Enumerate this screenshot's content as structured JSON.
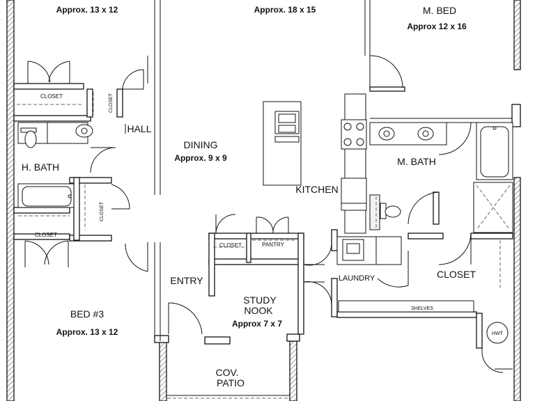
{
  "rooms": {
    "bed2_area": "Approx. 13 x 12",
    "living_area": "Approx. 18 x 15",
    "master_bed": "M. BED",
    "master_bed_area": "Approx 12 x 16",
    "hall": "HALL",
    "dining": "DINING",
    "dining_area": "Approx. 9 x 9",
    "h_bath": "H. BATH",
    "kitchen": "KITCHEN",
    "m_bath": "M. BATH",
    "laundry": "LAUNDRY",
    "closet_big": "CLOSET",
    "entry": "ENTRY",
    "study_line1": "STUDY",
    "study_line2": "NOOK",
    "study_area": "Approx 7 x 7",
    "bed3": "BED #3",
    "bed3_area": "Approx. 13 x 12",
    "patio_line1": "COV.",
    "patio_line2": "PATIO"
  },
  "small_labels": {
    "closet_top": "CLOSET",
    "closet_small_vertical": "CLOSET",
    "closet_bath_vertical": "CLOSET",
    "closet_bed3": "CLOSET",
    "closet_entry": "CLOSET",
    "pantry": "PANTRY",
    "shelves": "SHELVES",
    "hwt": "HWT"
  }
}
